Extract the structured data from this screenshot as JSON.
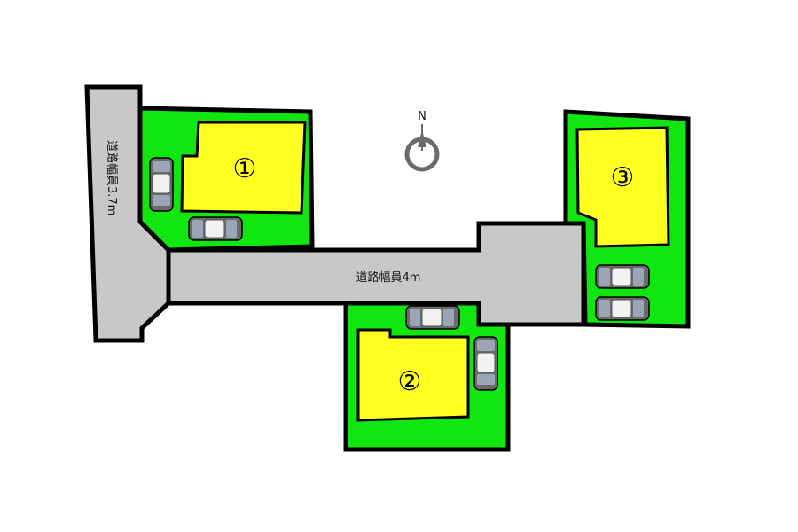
{
  "roads": {
    "main_width_label": "道路幅員4m",
    "side_width_label": "道路幅員3.7m"
  },
  "compass": {
    "north_label": "N"
  },
  "lots": [
    {
      "number": "①"
    },
    {
      "number": "②"
    },
    {
      "number": "③"
    }
  ],
  "colors": {
    "green_lot": "#11e611",
    "house": "#ffff22",
    "road": "#c8c8c8",
    "outline": "#000000"
  }
}
